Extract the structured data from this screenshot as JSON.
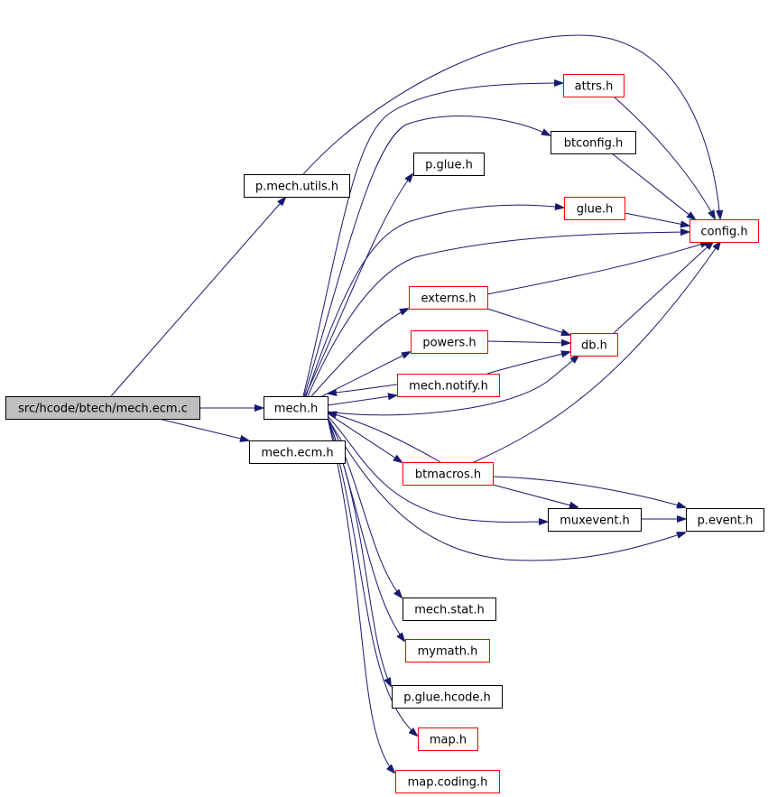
{
  "colors": {
    "edge": "#191970",
    "source_fill": "#bfbfbf",
    "default_border": "#000000",
    "undocumented_border": "#ff0000"
  },
  "nodes": {
    "mech_ecm_c": {
      "label": "src/hcode/btech/mech.ecm.c",
      "style": "source"
    },
    "p_mech_utils_h": {
      "label": "p.mech.utils.h",
      "style": "default"
    },
    "mech_h": {
      "label": "mech.h",
      "style": "default"
    },
    "mech_ecm_h": {
      "label": "mech.ecm.h",
      "style": "default"
    },
    "attrs_h": {
      "label": "attrs.h",
      "style": "undocumented"
    },
    "btconfig_h": {
      "label": "btconfig.h",
      "style": "default"
    },
    "p_glue_h": {
      "label": "p.glue.h",
      "style": "default"
    },
    "glue_h": {
      "label": "glue.h",
      "style": "undocumented"
    },
    "config_h": {
      "label": "config.h",
      "style": "undocumented"
    },
    "externs_h": {
      "label": "externs.h",
      "style": "undocumented"
    },
    "powers_h": {
      "label": "powers.h",
      "style": "undocumented"
    },
    "db_h": {
      "label": "db.h",
      "style": "undocumented"
    },
    "mech_notify_h": {
      "label": "mech.notify.h",
      "style": "undocumented"
    },
    "btmacros_h": {
      "label": "btmacros.h",
      "style": "undocumented"
    },
    "muxevent_h": {
      "label": "muxevent.h",
      "style": "default"
    },
    "p_event_h": {
      "label": "p.event.h",
      "style": "default"
    },
    "mech_stat_h": {
      "label": "mech.stat.h",
      "style": "default"
    },
    "mymath_h": {
      "label": "mymath.h",
      "style": "undocumented"
    },
    "p_glue_hcode_h": {
      "label": "p.glue.hcode.h",
      "style": "default"
    },
    "map_h": {
      "label": "map.h",
      "style": "undocumented"
    },
    "map_coding_h": {
      "label": "map.coding.h",
      "style": "undocumented"
    }
  },
  "edges": [
    {
      "from": "mech_ecm_c",
      "to": "p_mech_utils_h"
    },
    {
      "from": "mech_ecm_c",
      "to": "mech_h"
    },
    {
      "from": "mech_ecm_c",
      "to": "mech_ecm_h"
    },
    {
      "from": "p_mech_utils_h",
      "to": "config_h"
    },
    {
      "from": "mech_h",
      "to": "attrs_h"
    },
    {
      "from": "mech_h",
      "to": "btconfig_h"
    },
    {
      "from": "mech_h",
      "to": "p_glue_h"
    },
    {
      "from": "mech_h",
      "to": "glue_h"
    },
    {
      "from": "mech_h",
      "to": "config_h"
    },
    {
      "from": "mech_h",
      "to": "externs_h"
    },
    {
      "from": "mech_h",
      "to": "powers_h"
    },
    {
      "from": "mech_h",
      "to": "mech_notify_h"
    },
    {
      "from": "mech_h",
      "to": "db_h"
    },
    {
      "from": "mech_h",
      "to": "btmacros_h"
    },
    {
      "from": "mech_h",
      "to": "muxevent_h"
    },
    {
      "from": "mech_h",
      "to": "p_event_h"
    },
    {
      "from": "mech_h",
      "to": "mech_stat_h"
    },
    {
      "from": "mech_h",
      "to": "mymath_h"
    },
    {
      "from": "mech_h",
      "to": "p_glue_hcode_h"
    },
    {
      "from": "mech_h",
      "to": "map_h"
    },
    {
      "from": "mech_h",
      "to": "map_coding_h"
    },
    {
      "from": "attrs_h",
      "to": "config_h"
    },
    {
      "from": "btconfig_h",
      "to": "config_h"
    },
    {
      "from": "glue_h",
      "to": "config_h"
    },
    {
      "from": "externs_h",
      "to": "config_h"
    },
    {
      "from": "externs_h",
      "to": "db_h"
    },
    {
      "from": "powers_h",
      "to": "db_h"
    },
    {
      "from": "db_h",
      "to": "config_h"
    },
    {
      "from": "mech_notify_h",
      "to": "mech_h"
    },
    {
      "from": "mech_notify_h",
      "to": "db_h"
    },
    {
      "from": "btmacros_h",
      "to": "mech_h"
    },
    {
      "from": "btmacros_h",
      "to": "config_h"
    },
    {
      "from": "btmacros_h",
      "to": "muxevent_h"
    },
    {
      "from": "btmacros_h",
      "to": "p_event_h"
    },
    {
      "from": "muxevent_h",
      "to": "p_event_h"
    }
  ]
}
